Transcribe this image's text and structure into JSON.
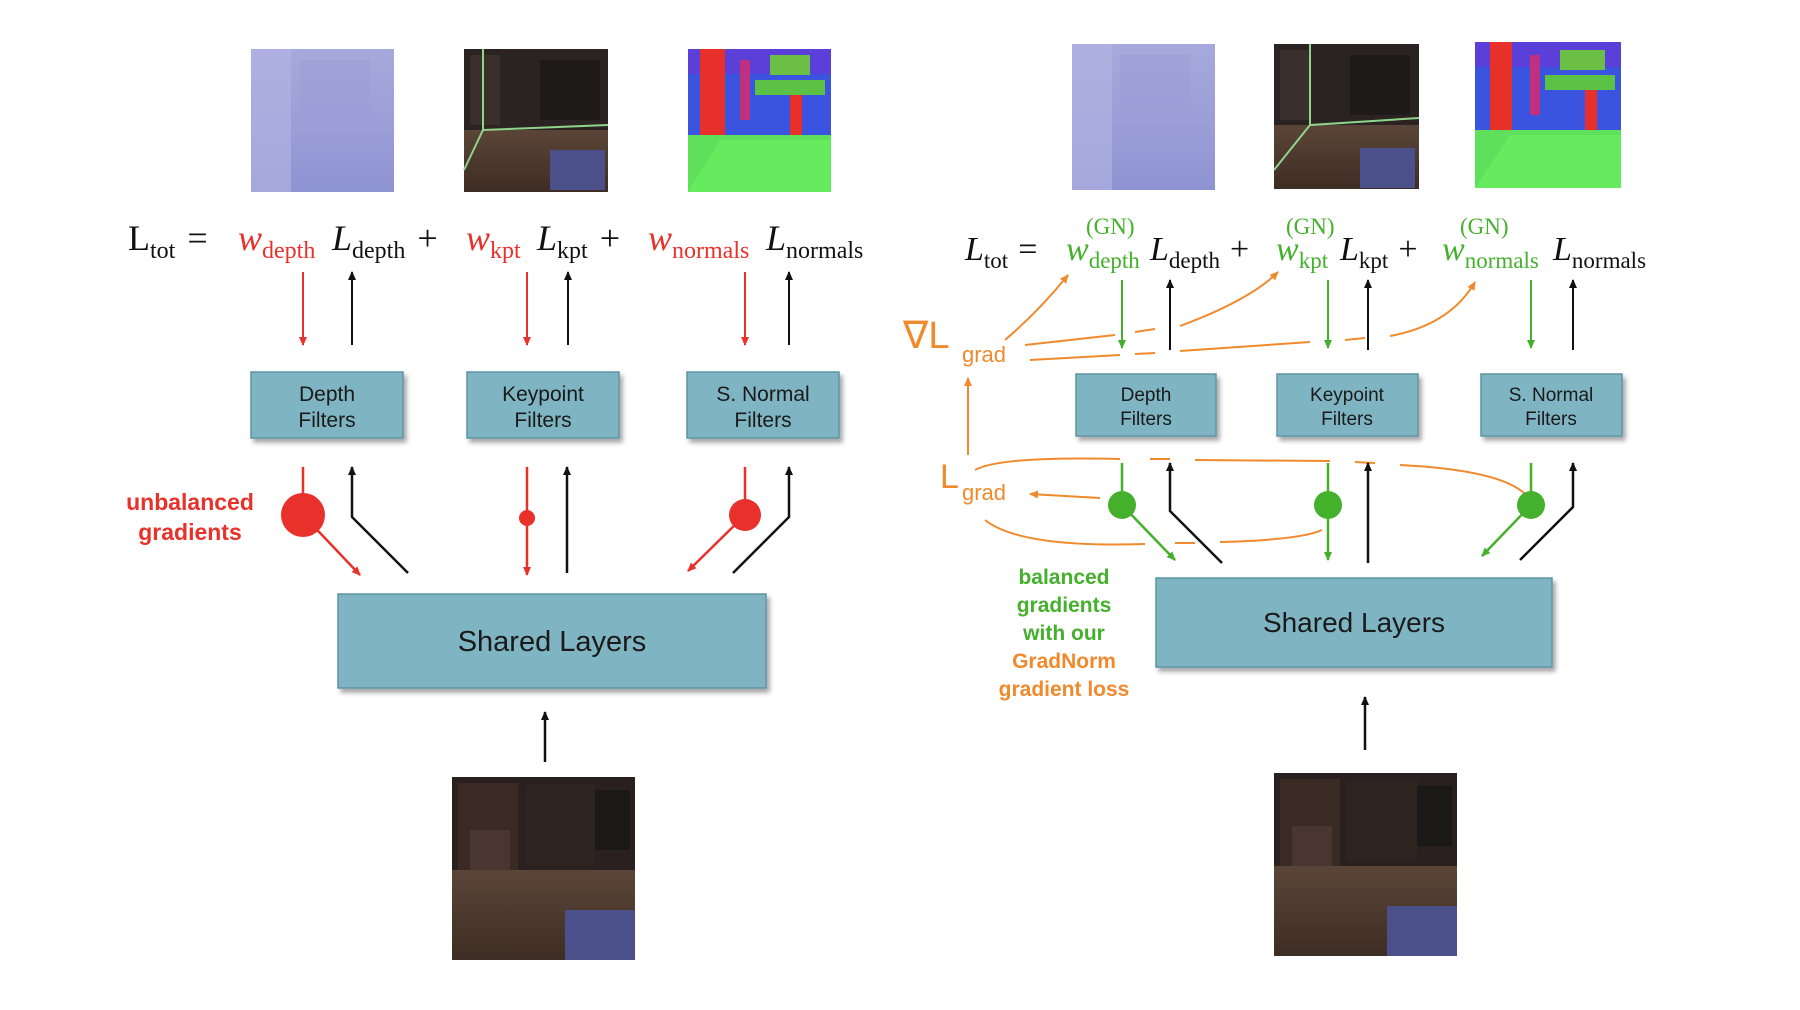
{
  "colors": {
    "red": "#e8312a",
    "green": "#44b02c",
    "orange": "#f08a2c",
    "box_fill": "#7fb5c3",
    "box_stroke": "#5e93a3",
    "black": "#111111"
  },
  "left": {
    "equation": {
      "L": "L",
      "tot": "tot",
      "equals": "=",
      "w": "w",
      "depth": "depth",
      "plus": "+",
      "kpt": "kpt",
      "normals": "normals"
    },
    "boxes": {
      "depth_line1": "Depth",
      "depth_line2": "Filters",
      "keypoint_line1": "Keypoint",
      "keypoint_line2": "Filters",
      "normal_line1": "S. Normal",
      "normal_line2": "Filters",
      "shared": "Shared Layers"
    },
    "note_line1": "unbalanced",
    "note_line2": "gradients"
  },
  "right": {
    "equation": {
      "L": "L",
      "tot": "tot",
      "equals": "=",
      "w": "w",
      "gn": "(GN)",
      "depth": "depth",
      "plus": "+",
      "kpt": "kpt",
      "normals": "normals"
    },
    "boxes": {
      "depth_line1": "Depth",
      "depth_line2": "Filters",
      "keypoint_line1": "Keypoint",
      "keypoint_line2": "Filters",
      "normal_line1": "S. Normal",
      "normal_line2": "Filters",
      "shared": "Shared Layers"
    },
    "grad_nabla": "∇L",
    "grad_sub": "grad",
    "lgrad_L": "L",
    "lgrad_sub": "grad",
    "note_line1": "balanced",
    "note_line2": "gradients",
    "note_line3": "with our",
    "note_line4": "GradNorm",
    "note_line5": "gradient loss"
  }
}
